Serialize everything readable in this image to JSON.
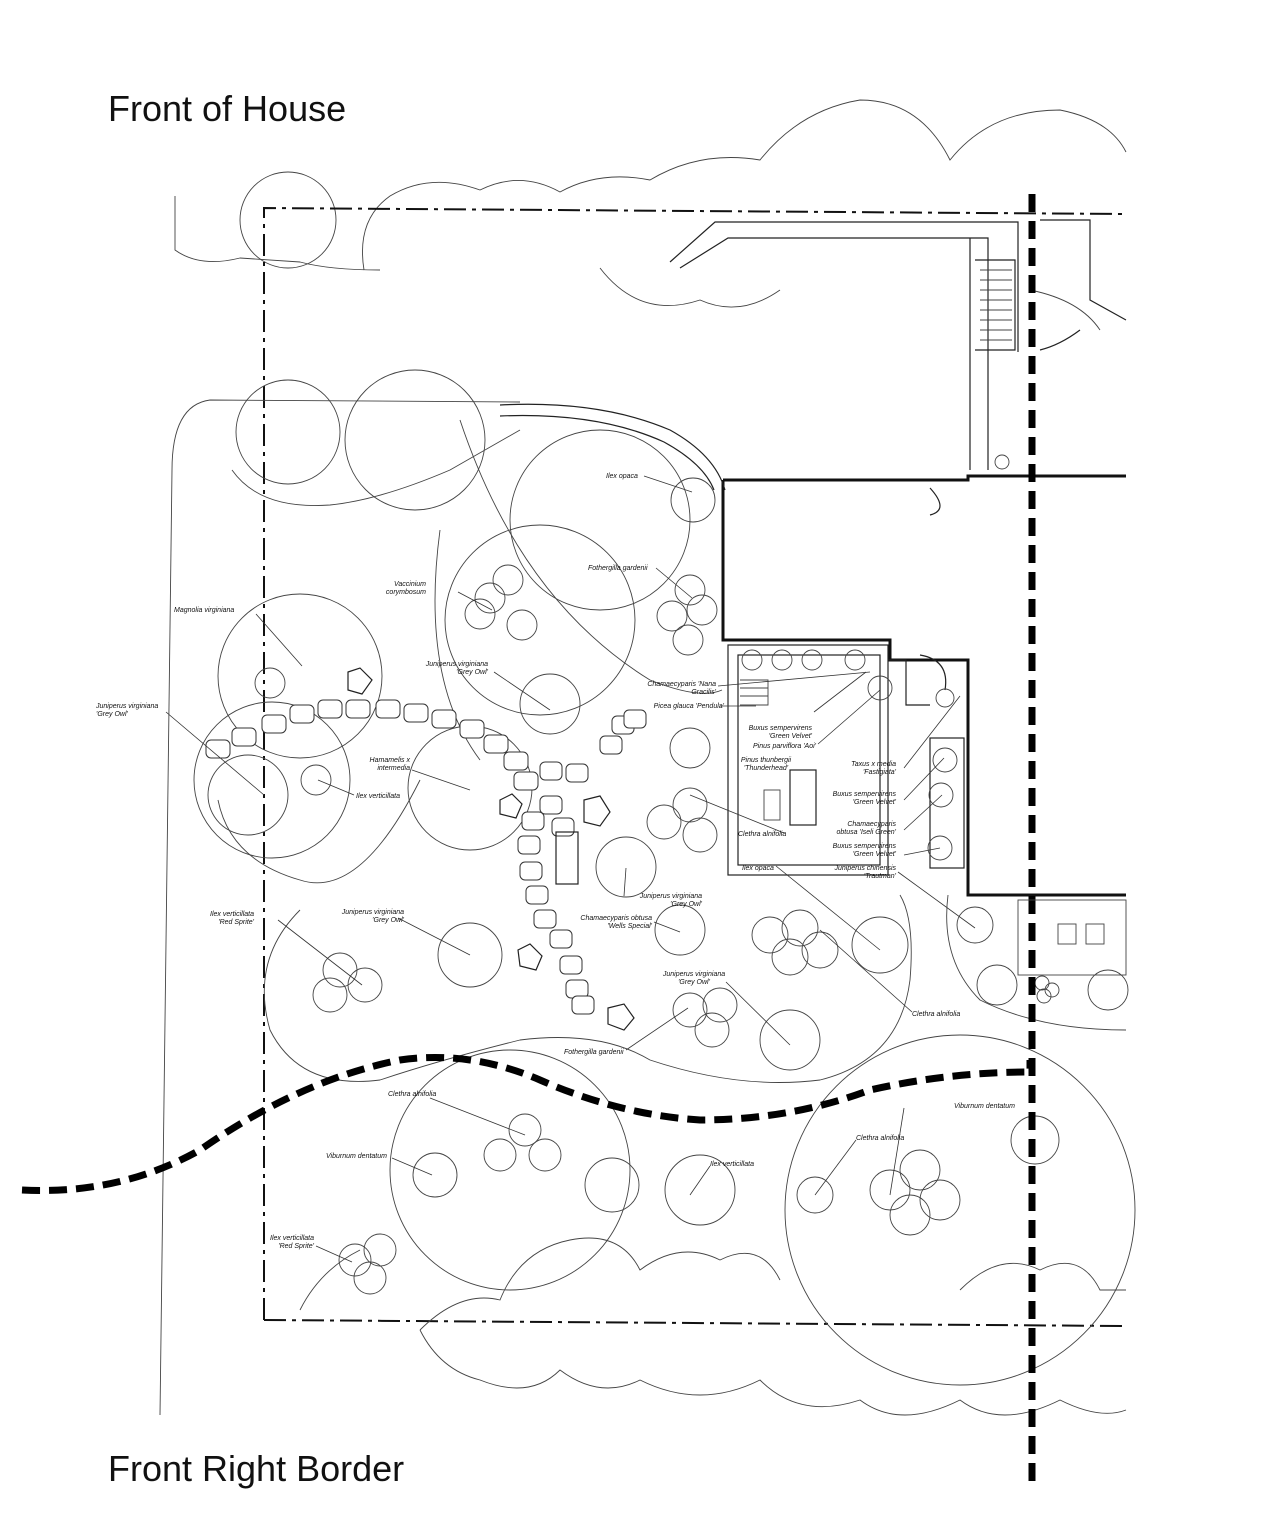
{
  "titles": {
    "top": "Front of House",
    "bottom": "Front Right Border"
  },
  "labels": [
    {
      "id": "ilex-opaca-1",
      "lines": [
        "Ilex opaca"
      ]
    },
    {
      "id": "fothergilla-1",
      "lines": [
        "Fothergilla gardenii"
      ]
    },
    {
      "id": "vaccinium",
      "lines": [
        "Vaccinium",
        "corymbosum"
      ]
    },
    {
      "id": "magnolia",
      "lines": [
        "Magnolia virginiana"
      ]
    },
    {
      "id": "juniperus-greyowl-1",
      "lines": [
        "Juniperus virginiana",
        "'Grey Owl'"
      ]
    },
    {
      "id": "juniperus-greyowl-left",
      "lines": [
        "Juniperus virginiana",
        "'Grey Owl'"
      ]
    },
    {
      "id": "chamaecyparis-nana",
      "lines": [
        "Chamaecyparis 'Nana",
        "Gracilis'"
      ]
    },
    {
      "id": "picea",
      "lines": [
        "Picea glauca 'Pendula'"
      ]
    },
    {
      "id": "buxus-1",
      "lines": [
        "Buxus sempervirens",
        "'Green Velvet'"
      ]
    },
    {
      "id": "pinus-parviflora",
      "lines": [
        "Pinus parviflora 'Aoi'"
      ]
    },
    {
      "id": "pinus-thunbergii",
      "lines": [
        "Pinus thunbergii",
        "'Thunderhead'"
      ]
    },
    {
      "id": "taxus",
      "lines": [
        "Taxus x media",
        "'Fastigiata'"
      ]
    },
    {
      "id": "hamamelis",
      "lines": [
        "Hamamelis x",
        "intermedia"
      ]
    },
    {
      "id": "ilex-verticillata-1",
      "lines": [
        "Ilex verticillata"
      ]
    },
    {
      "id": "buxus-2",
      "lines": [
        "Buxus sempervirens",
        "'Green Velvet'"
      ]
    },
    {
      "id": "clethra-1",
      "lines": [
        "Clethra alnifolia"
      ]
    },
    {
      "id": "chamaecyparis-iseli",
      "lines": [
        "Chamaecyparis",
        "obtusa 'Iseli Green'"
      ]
    },
    {
      "id": "buxus-3",
      "lines": [
        "Buxus sempervirens",
        "'Green Velvet'"
      ]
    },
    {
      "id": "ilex-opaca-2",
      "lines": [
        "Ilex opaca"
      ]
    },
    {
      "id": "juniperus-trautman",
      "lines": [
        "Juniperus chinensis",
        "'Trautman'"
      ]
    },
    {
      "id": "juniperus-greyowl-2",
      "lines": [
        "Juniperus virginiana",
        "'Grey Owl'"
      ]
    },
    {
      "id": "chamaecyparis-wells",
      "lines": [
        "Chamaecyparis obtusa",
        "'Wells Special'"
      ]
    },
    {
      "id": "ilex-redsprite-1",
      "lines": [
        "Ilex verticillata",
        "'Red Sprite'"
      ]
    },
    {
      "id": "juniperus-greyowl-3",
      "lines": [
        "Juniperus virginiana",
        "'Grey Owl'"
      ]
    },
    {
      "id": "juniperus-greyowl-4",
      "lines": [
        "Juniperus virginiana",
        "'Grey Owl'"
      ]
    },
    {
      "id": "clethra-2",
      "lines": [
        "Clethra alnifolia"
      ]
    },
    {
      "id": "fothergilla-2",
      "lines": [
        "Fothergilla gardenii"
      ]
    },
    {
      "id": "clethra-3",
      "lines": [
        "Clethra alnifolia"
      ]
    },
    {
      "id": "viburnum-1",
      "lines": [
        "Viburnum dentatum"
      ]
    },
    {
      "id": "clethra-4",
      "lines": [
        "Clethra alnifolia"
      ]
    },
    {
      "id": "viburnum-2",
      "lines": [
        "Viburnum dentatum"
      ]
    },
    {
      "id": "ilex-verticillata-2",
      "lines": [
        "Ilex verticillata"
      ]
    },
    {
      "id": "ilex-redsprite-2",
      "lines": [
        "Ilex verticillata",
        "'Red Sprite'"
      ]
    }
  ]
}
